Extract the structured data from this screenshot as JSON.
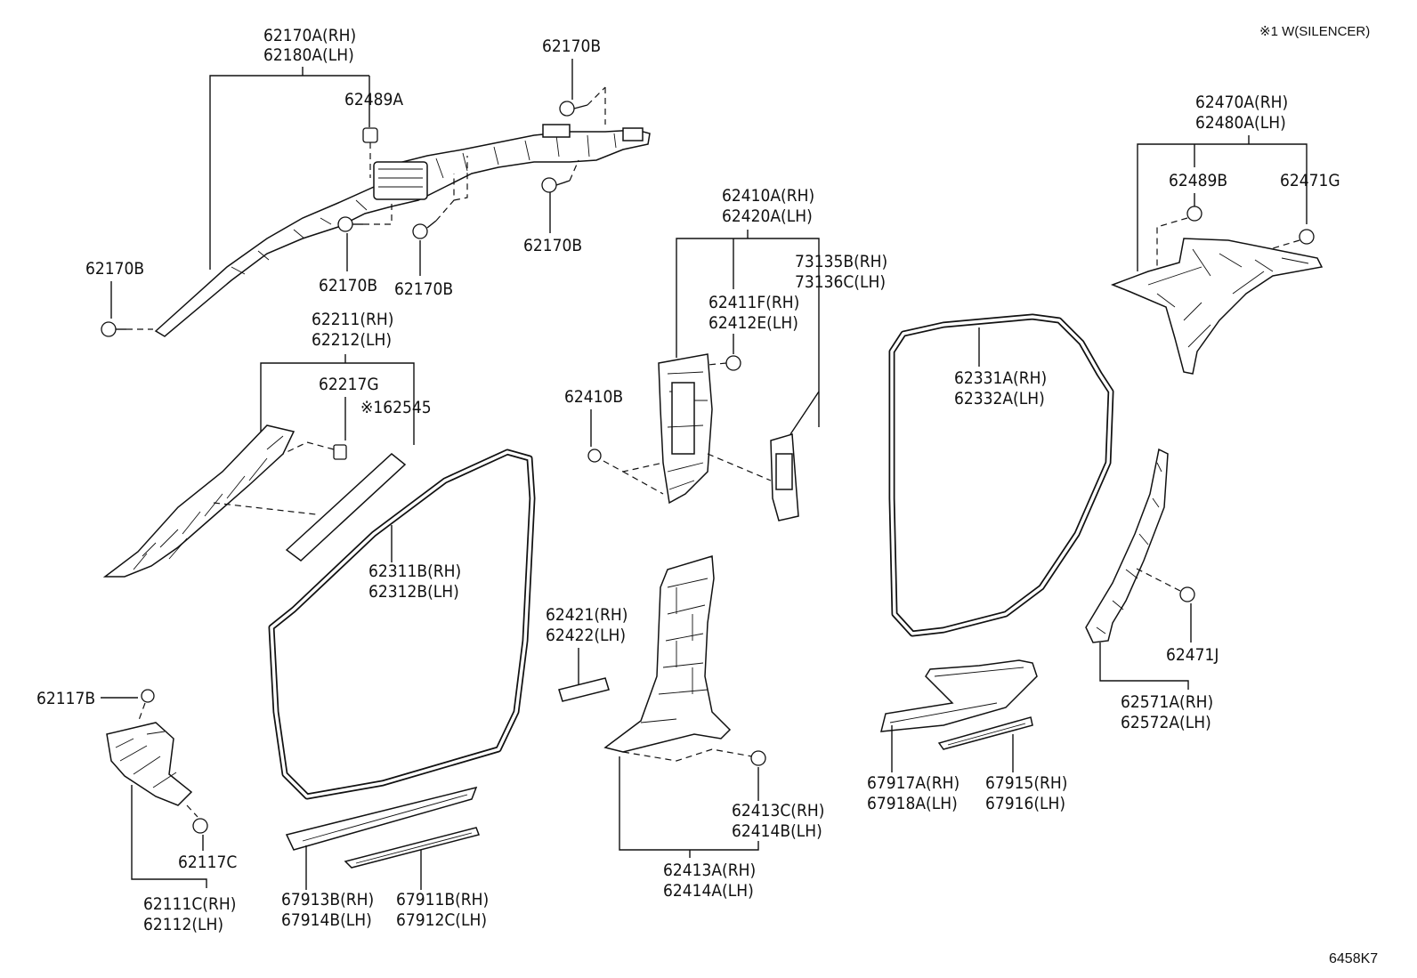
{
  "note_top_right": "※1 W(SILENCER)",
  "diagram_code": "6458K7",
  "labels": {
    "l62170A": "62170A(RH)",
    "l62180A": "62180A(LH)",
    "l62489A": "62489A",
    "l62170B_top": "62170B",
    "l62170B_right": "62170B",
    "l62170B_left": "62170B",
    "l62170B_c1": "62170B",
    "l62170B_c2": "62170B",
    "l62211": "62211(RH)",
    "l62212": "62212(LH)",
    "l62217G": "62217G",
    "l62545": "※162545",
    "l62311B": "62311B(RH)",
    "l62312B": "62312B(LH)",
    "l62117B": "62117B",
    "l62117C": "62117C",
    "l62111C": "62111C(RH)",
    "l62112": "62112(LH)",
    "l67913B": "67913B(RH)",
    "l67914B": "67914B(LH)",
    "l67911B": "67911B(RH)",
    "l67912C": "67912C(LH)",
    "l62410A": "62410A(RH)",
    "l62420A": "62420A(LH)",
    "l73135B": "73135B(RH)",
    "l73136C": "73136C(LH)",
    "l62411F": "62411F(RH)",
    "l62412E": "62412E(LH)",
    "l62410B": "62410B",
    "l62421": "62421(RH)",
    "l62422": "62422(LH)",
    "l62413C": "62413C(RH)",
    "l62414B": "62414B(LH)",
    "l62413A": "62413A(RH)",
    "l62414A": "62414A(LH)",
    "l62470A": "62470A(RH)",
    "l62480A": "62480A(LH)",
    "l62489B": "62489B",
    "l62471G": "62471G",
    "l62331A": "62331A(RH)",
    "l62332A": "62332A(LH)",
    "l62471J": "62471J",
    "l62571A": "62571A(RH)",
    "l62572A": "62572A(LH)",
    "l67917A": "67917A(RH)",
    "l67918A": "67918A(LH)",
    "l67915": "67915(RH)",
    "l67916": "67916(LH)"
  }
}
